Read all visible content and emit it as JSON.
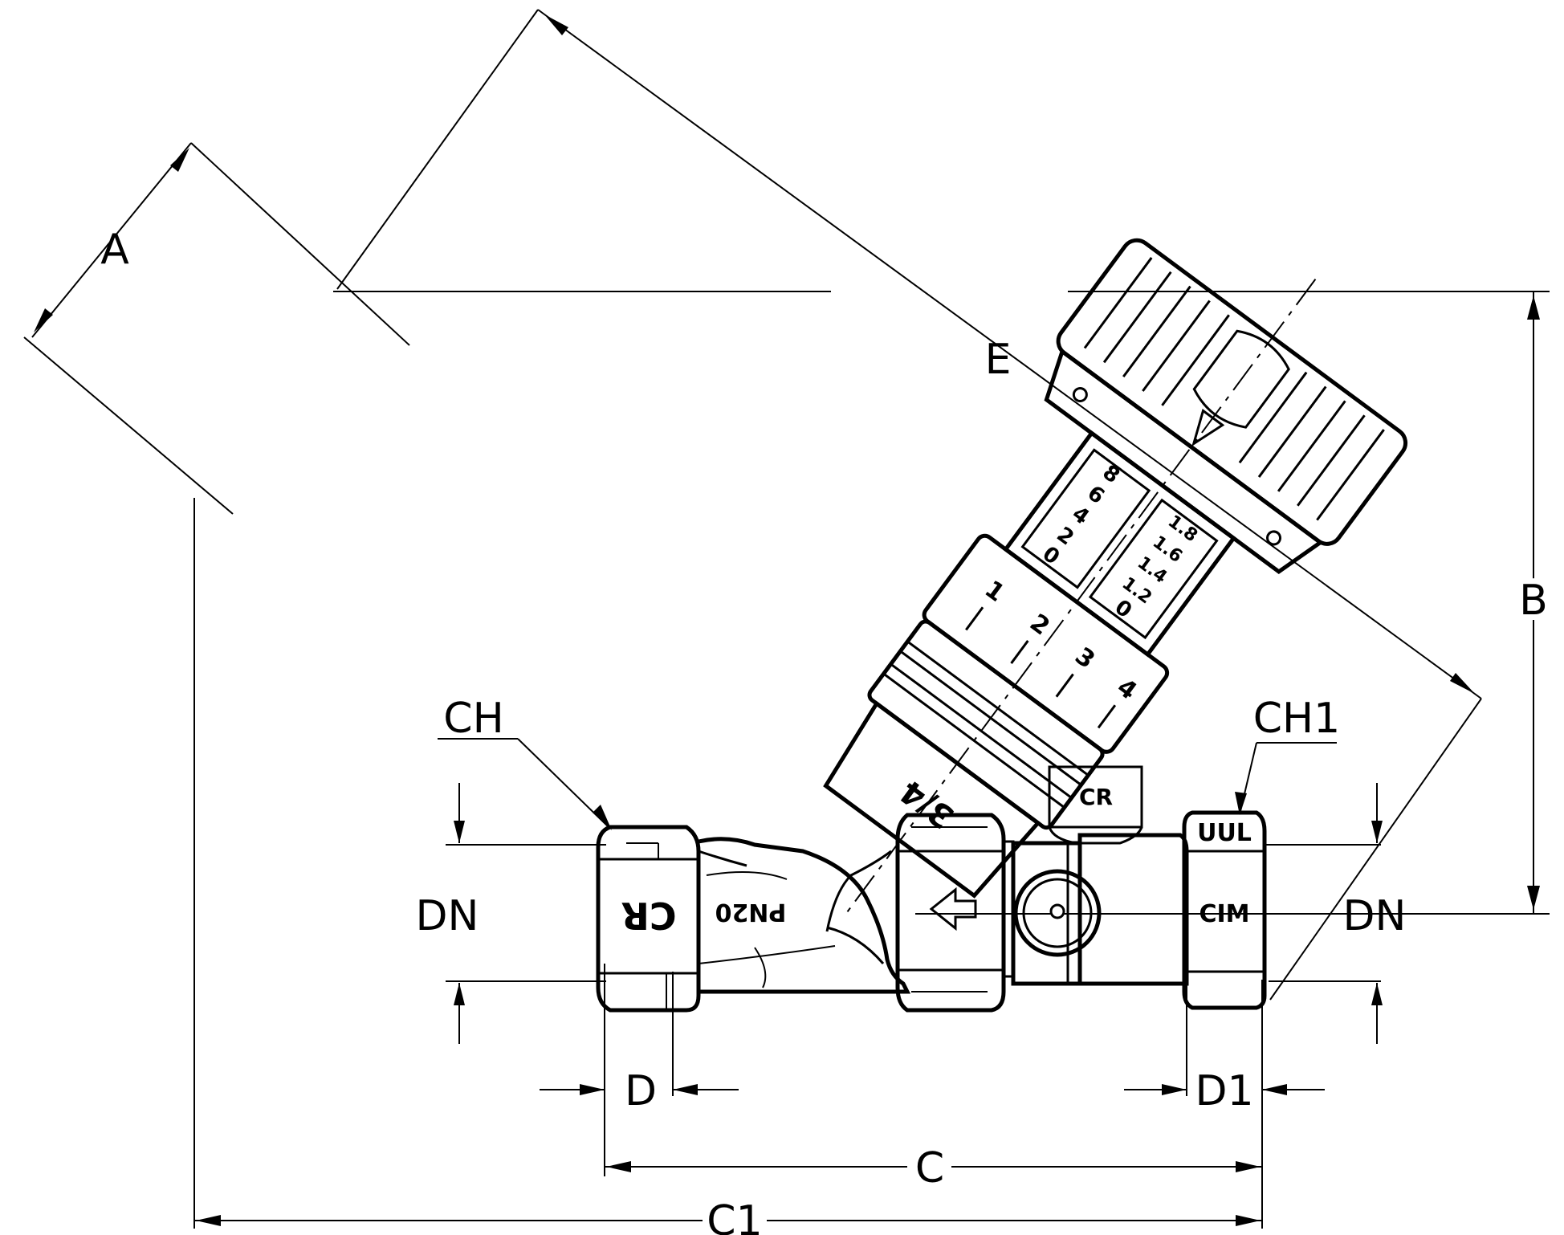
{
  "dimension_labels": {
    "a": "A",
    "b": "B",
    "c": "C",
    "c1": "C1",
    "d": "D",
    "d1": "D1",
    "e": "E",
    "ch": "CH",
    "ch1": "CH1",
    "dn_left": "DN",
    "dn_right": "DN"
  },
  "body_markings": {
    "pressure": "PN20",
    "size": "3/4",
    "logo_body": "CR",
    "logo_tap": "CR",
    "union_top": "UUL",
    "union_mid": "CIM",
    "arrow": "⇦"
  },
  "scale_marks": {
    "ring": [
      "1",
      "2",
      "3",
      "4"
    ],
    "window_left": [
      "8",
      "6",
      "4",
      "2",
      "0"
    ],
    "window_right": [
      "1.8",
      "1.6",
      "1.4",
      "1.2",
      "0"
    ]
  }
}
